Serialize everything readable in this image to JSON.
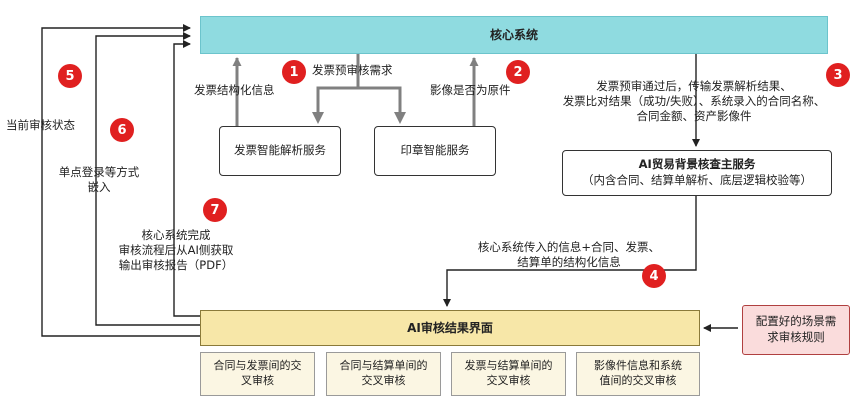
{
  "core_system": "核心系统",
  "result_ui": "AI审核结果界面",
  "invoice_service": "发票智能解析服务",
  "seal_service": "印章智能服务",
  "trade_service": {
    "line1": "AI贸易背景核查主服务",
    "line2": "（内含合同、结算单解析、底层逻辑校验等）"
  },
  "rules_box": {
    "line1": "配置好的场景需",
    "line2": "求审核规则"
  },
  "checks": [
    {
      "line1": "合同与发票间的交",
      "line2": "叉审核"
    },
    {
      "line1": "合同与结算单间的",
      "line2": "交叉审核"
    },
    {
      "line1": "发票与结算单间的",
      "line2": "交叉审核"
    },
    {
      "line1": "影像件信息和系统",
      "line2": "值间的交叉审核"
    }
  ],
  "labels": {
    "invoice_structured": "发票结构化信息",
    "invoice_precheck": "发票预审核需求",
    "image_original": "影像是否为原件",
    "flow3": {
      "line1": "发票预审通过后，传输发票解析结果、",
      "line2": "发票比对结果（成功/失败）、系统录入的合同名称、",
      "line3": "合同金额、资产影像件"
    },
    "flow4": {
      "line1": "核心系统传入的信息+合同、发票、",
      "line2": "结算单的结构化信息"
    },
    "current_status": "当前审核状态",
    "sso": {
      "line1": "单点登录等方式",
      "line2": "嵌入"
    },
    "flow7": {
      "line1": "核心系统完成",
      "line2": "审核流程后从AI侧获取",
      "line3": "输出审核报告（PDF）"
    }
  },
  "badges": [
    "1",
    "2",
    "3",
    "4",
    "5",
    "6",
    "7"
  ],
  "colors": {
    "core_fill": "#8fdbe0",
    "result_fill": "#f7e7a8",
    "rules_fill": "#fadcdc",
    "check_fill": "#fbf6e3",
    "badge_red": "#e02020"
  }
}
